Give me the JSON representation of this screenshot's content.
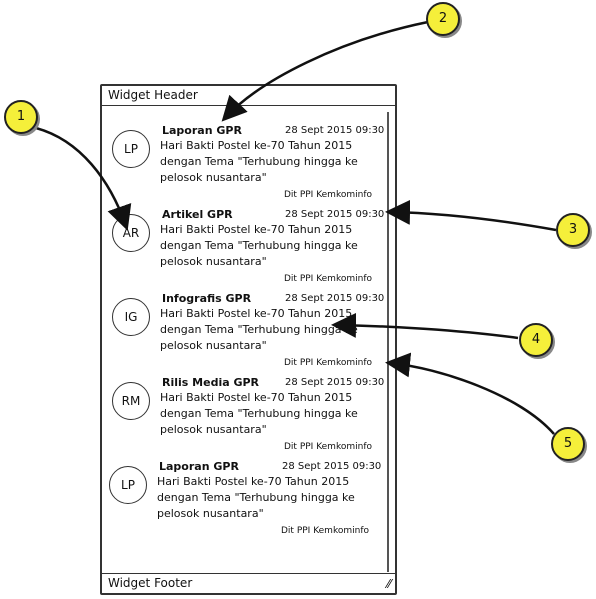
{
  "widget": {
    "header": "Widget Header",
    "footer": "Widget Footer",
    "items": [
      {
        "avatar": "LP",
        "title": "Laporan GPR",
        "date": "28 Sept 2015 09:30",
        "body": "Hari Bakti Postel ke-70 Tahun 2015 dengan Tema \"Terhubung hingga ke pelosok nusantara\"",
        "author": "Dit PPI Kemkominfo"
      },
      {
        "avatar": "AR",
        "title": "Artikel GPR",
        "date": "28 Sept 2015 09:30",
        "body": "Hari Bakti Postel ke-70 Tahun 2015 dengan Tema \"Terhubung hingga ke pelosok nusantara\"",
        "author": "Dit PPI Kemkominfo"
      },
      {
        "avatar": "IG",
        "title": "Infografis GPR",
        "date": "28 Sept 2015 09:30",
        "body": "Hari Bakti Postel ke-70 Tahun 2015 dengan Tema \"Terhubung hingga ke pelosok nusantara\"",
        "author": "Dit PPI Kemkominfo"
      },
      {
        "avatar": "RM",
        "title": "Rilis Media GPR",
        "date": "28 Sept 2015 09:30",
        "body": "Hari Bakti Postel ke-70 Tahun 2015 dengan Tema \"Terhubung hingga ke pelosok nusantara\"",
        "author": "Dit PPI Kemkominfo"
      },
      {
        "avatar": "LP",
        "title": "Laporan GPR",
        "date": "28 Sept 2015 09:30",
        "body": "Hari Bakti Postel ke-70 Tahun 2015 dengan Tema \"Terhubung hingga ke pelosok nusantara\"",
        "author": "Dit PPI Kemkominfo"
      }
    ]
  },
  "callouts": [
    "1",
    "2",
    "3",
    "4",
    "5"
  ],
  "colors": {
    "callout_fill": "#f5ef3a",
    "line": "#333333"
  }
}
